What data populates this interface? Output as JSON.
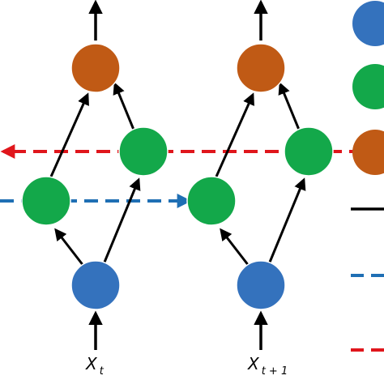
{
  "colors": {
    "input_node": "#3472BD",
    "hidden_node": "#13A84A",
    "output_node": "#C05A15",
    "node_stroke": "#FFFFFF",
    "forward_arrow": "#000000",
    "forward_recurrent": "#1F6FB4",
    "backward_recurrent": "#E0161C"
  },
  "timesteps": [
    {
      "symbol": "X",
      "subscript": "t"
    },
    {
      "symbol": "X",
      "subscript": "t + 1"
    }
  ],
  "legend": [
    {
      "kind": "node",
      "color": "input_node"
    },
    {
      "kind": "node",
      "color": "hidden_node"
    },
    {
      "kind": "node",
      "color": "output_node"
    },
    {
      "kind": "solid-line",
      "color": "forward_arrow"
    },
    {
      "kind": "dashed-line",
      "color": "forward_recurrent"
    },
    {
      "kind": "dashed-line",
      "color": "backward_recurrent"
    }
  ]
}
